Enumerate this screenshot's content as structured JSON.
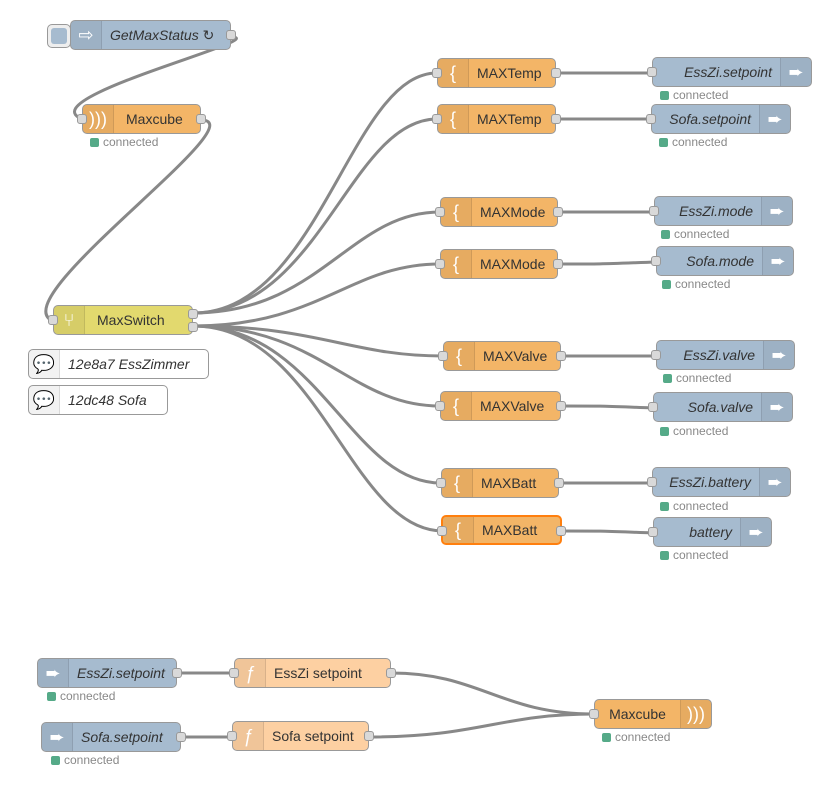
{
  "colors": {
    "function_node": "#F3B567",
    "function_node_light": "#FDD0A2",
    "link_node": "#A6BBCF",
    "switch_node": "#E2D96E",
    "wire": "#888888",
    "status_connected": "#55aa88",
    "selected_outline": "#ff7f0e"
  },
  "inject": {
    "label": "GetMaxStatus ↻",
    "icon": "inject-arrow-icon"
  },
  "maxcube_top": {
    "label": "Maxcube",
    "icon": "radio-waves-icon",
    "status": "connected"
  },
  "switch": {
    "label": "MaxSwitch",
    "icon": "switch-icon"
  },
  "comments": [
    "12e8a7 EssZimmer",
    "12dc48 Sofa"
  ],
  "templates": [
    {
      "label": "MAXTemp",
      "icon": "brace-icon"
    },
    {
      "label": "MAXTemp",
      "icon": "brace-icon"
    },
    {
      "label": "MAXMode",
      "icon": "brace-icon"
    },
    {
      "label": "MAXMode",
      "icon": "brace-icon"
    },
    {
      "label": "MAXValve",
      "icon": "brace-icon"
    },
    {
      "label": "MAXValve",
      "icon": "brace-icon"
    },
    {
      "label": "MAXBatt",
      "icon": "brace-icon"
    },
    {
      "label": "MAXBatt",
      "icon": "brace-icon"
    }
  ],
  "outputs": [
    {
      "label": "EssZi.setpoint",
      "status": "connected",
      "icon": "arrow-right-icon"
    },
    {
      "label": "Sofa.setpoint",
      "status": "connected",
      "icon": "arrow-right-icon"
    },
    {
      "label": "EssZi.mode",
      "status": "connected",
      "icon": "arrow-right-icon"
    },
    {
      "label": "Sofa.mode",
      "status": "connected",
      "icon": "arrow-right-icon"
    },
    {
      "label": "EssZi.valve",
      "status": "connected",
      "icon": "arrow-right-icon"
    },
    {
      "label": "Sofa.valve",
      "status": "connected",
      "icon": "arrow-right-icon"
    },
    {
      "label": "EssZi.battery",
      "status": "connected",
      "icon": "arrow-right-icon"
    },
    {
      "label": "battery",
      "status": "connected",
      "icon": "arrow-right-icon"
    }
  ],
  "bottom": {
    "inputs": [
      {
        "label": "EssZi.setpoint",
        "status": "connected",
        "icon": "arrow-right-icon"
      },
      {
        "label": "Sofa.setpoint",
        "status": "connected",
        "icon": "arrow-right-icon"
      }
    ],
    "functions": [
      {
        "label": "EssZi setpoint",
        "icon": "function-f-icon"
      },
      {
        "label": "Sofa setpoint",
        "icon": "function-f-icon"
      }
    ],
    "maxcube": {
      "label": "Maxcube",
      "icon": "radio-waves-icon",
      "status": "connected"
    }
  }
}
